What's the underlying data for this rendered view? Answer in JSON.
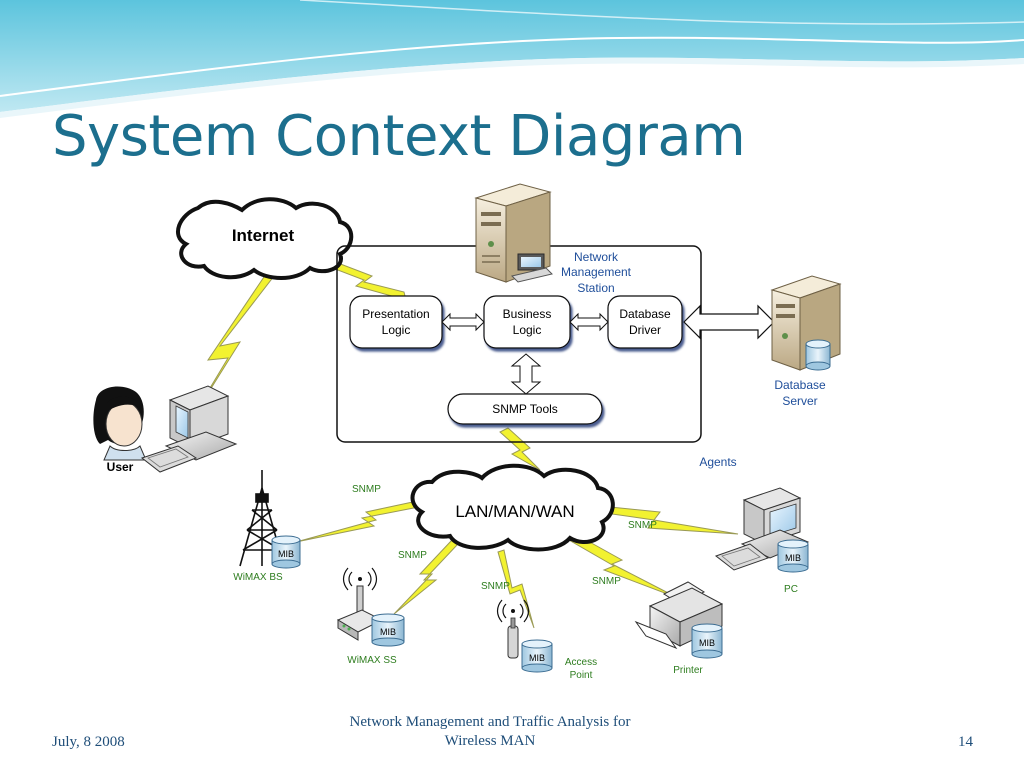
{
  "slide": {
    "title": "System Context Diagram",
    "footer": {
      "date": "July, 8 2008",
      "center_line1": "Network Management and Traffic Analysis for",
      "center_line2": "Wireless MAN",
      "page_number": "14"
    }
  },
  "diagram": {
    "nodes": {
      "internet": "Internet",
      "lan": "LAN/MAN/WAN",
      "user": "User",
      "nms_line1": "Network",
      "nms_line2": "Management",
      "nms_line3": "Station",
      "presentation_line1": "Presentation",
      "presentation_line2": "Logic",
      "business_line1": "Business",
      "business_line2": "Logic",
      "driver_line1": "Database",
      "driver_line2": "Driver",
      "snmp_tools": "SNMP Tools",
      "dbserver_line1": "Database",
      "dbserver_line2": "Server",
      "agents": "Agents",
      "wimax_bs": "WiMAX BS",
      "wimax_ss": "WiMAX SS",
      "access_line1": "Access",
      "access_line2": "Point",
      "printer": "Printer",
      "pc": "PC",
      "mib": "MIB",
      "snmp": "SNMP"
    },
    "colors": {
      "label_blue": "#1f4e9a",
      "label_green": "#2e7d1f",
      "lightning": "#f2f230",
      "box_blue": "#1f3a8a"
    }
  }
}
